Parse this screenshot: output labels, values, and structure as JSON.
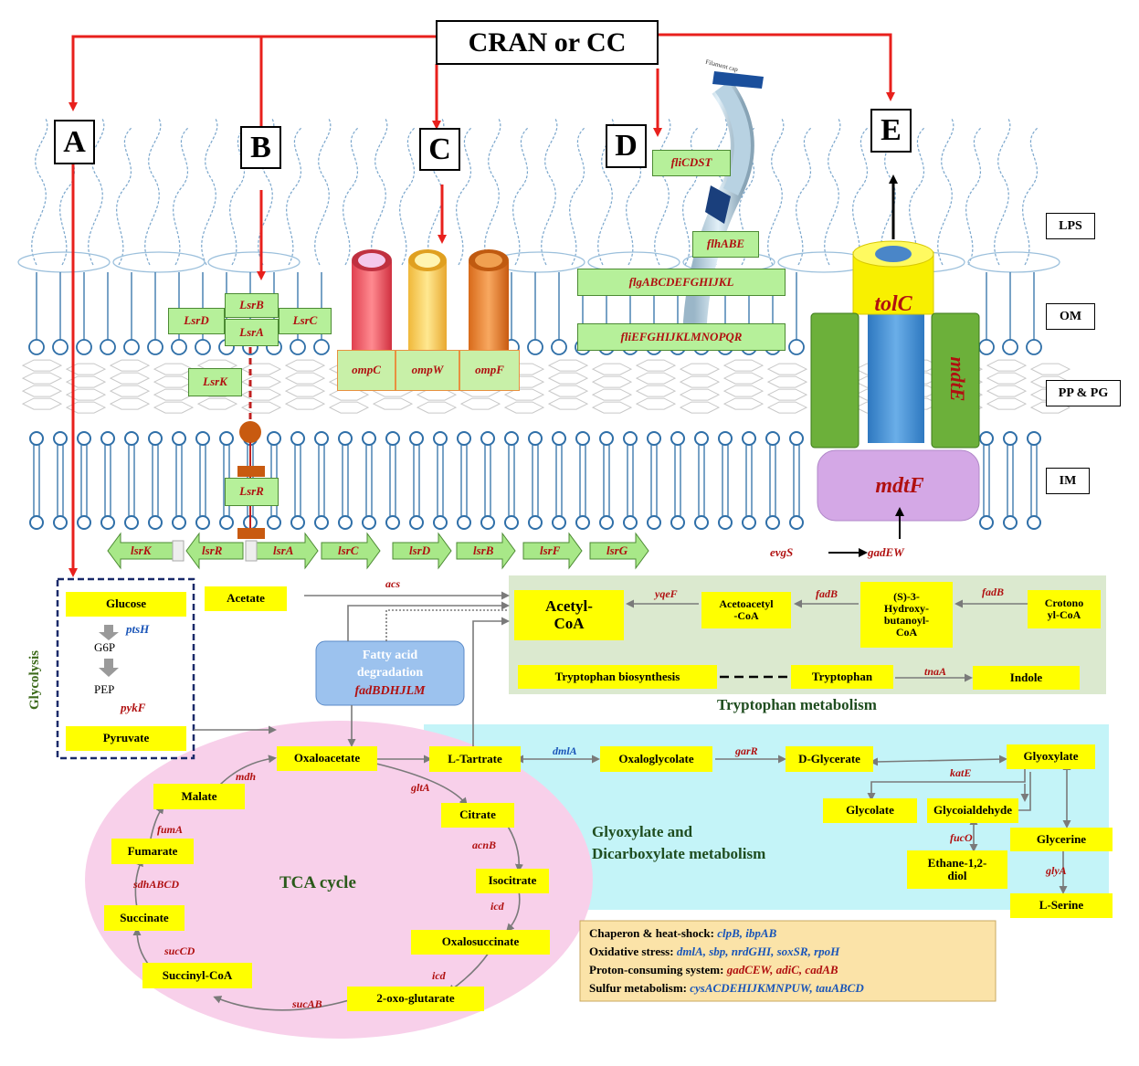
{
  "top_box": "CRAN or CC",
  "letters": [
    "A",
    "B",
    "C",
    "D",
    "E"
  ],
  "side_labels": {
    "lps": "LPS",
    "om": "OM",
    "pp_pg": "PP & PG",
    "im": "IM"
  },
  "filament_tip": "Filament cap",
  "lsr_proteins": {
    "lsrD": "LsrD",
    "lsrB": "LsrB",
    "lsrC": "LsrC",
    "lsrA": "LsrA",
    "lsrK": "LsrK",
    "lsrR": "LsrR"
  },
  "porins": {
    "ompC": "ompC",
    "ompW": "ompW",
    "ompF": "ompF"
  },
  "flagella_genes": {
    "fliCDST": "fliCDST",
    "flhABE": "flhABE",
    "flg": "flgABCDEFGHIJKL",
    "fli": "fliEFGHIJKLMNOPQR"
  },
  "efflux": {
    "tolC": "tolC",
    "mdtE": "mdtE",
    "mdtF": "mdtF"
  },
  "operon": [
    "lsrK",
    "lsrR",
    "lsrA",
    "lsrC",
    "lsrD",
    "lsrB",
    "lsrF",
    "lsrG"
  ],
  "evg": {
    "evgS": "evgS",
    "gadEW": "gadEW"
  },
  "glycolysis": {
    "title": "Glycolysis",
    "glucose": "Glucose",
    "ptsH": "ptsH",
    "g6p": "G6P",
    "pep": "PEP",
    "pykF": "pykF",
    "pyruvate": "Pyruvate"
  },
  "acetate": "Acetate",
  "acs": "acs",
  "fatty_acid": {
    "line1": "Fatty acid",
    "line2": "degradation",
    "genes": "fadBDHJLM"
  },
  "tryptophan": {
    "acetyl_coa": "Acetyl-\nCoA",
    "yqeF": "yqeF",
    "acetoacetyl": "Acetoacetyl\n-CoA",
    "fadB1": "fadB",
    "hydroxy": "(S)-3-\nHydroxy-\nbutanoyl-\nCoA",
    "fadB2": "fadB",
    "crotonoyl": "Crotono\nyl-CoA",
    "biosynthesis": "Tryptophan biosynthesis",
    "tryptophan": "Tryptophan",
    "tnaA": "tnaA",
    "indole": "Indole",
    "title": "Tryptophan metabolism"
  },
  "glyoxylate": {
    "tartrate": "L-Tartrate",
    "dmlA": "dmlA",
    "oxaloglycolate": "Oxaloglycolate",
    "garR": "garR",
    "glycerate": "D-Glycerate",
    "glyoxylate": "Glyoxylate",
    "katE": "katE",
    "glycolate": "Glycolate",
    "glycolaldehyde": "Glycoialdehyde",
    "glycerine": "Glycerine",
    "fucO": "fucO",
    "ethane": "Ethane-1,2-\ndiol",
    "glyA": "glyA",
    "serine": "L-Serine",
    "title": "Glyoxylate and\nDicarboxylate metabolism"
  },
  "tca": {
    "title": "TCA cycle",
    "oxaloacetate": "Oxaloacetate",
    "citrate": "Citrate",
    "isocitrate": "Isocitrate",
    "oxalosuccinate": "Oxalosuccinate",
    "oxoglutarate": "2-oxo-glutarate",
    "succinyl": "Succinyl-CoA",
    "succinate": "Succinate",
    "fumarate": "Fumarate",
    "malate": "Malate",
    "gltA": "gltA",
    "acnB": "acnB",
    "icd1": "icd",
    "icd2": "icd",
    "sucAB": "sucAB",
    "sucCD": "sucCD",
    "sdhABCD": "sdhABCD",
    "fumA": "fumA",
    "mdh": "mdh"
  },
  "legend": [
    {
      "label": "Chaperon & heat-shock: ",
      "genes": "clpB, ibpAB"
    },
    {
      "label": "Oxidative stress: ",
      "genes": "dmlA, sbp, nrdGHI, soxSR, rpoH"
    },
    {
      "label": "Proton-consuming system: ",
      "genes": "gadCEW, adiC, cadAB"
    },
    {
      "label": "Sulfur metabolism: ",
      "genes": "cysACDEHIJKMNPUW, tauABCD"
    }
  ],
  "colors": {
    "red_arrow": "#e8201c",
    "yellow": "#ffff00",
    "green_box": "#b6f09a",
    "gene_red": "#b01010",
    "gene_blue": "#1a55b8",
    "tca_bg": "#f8d0ea",
    "glyox_bg": "#c4f4f8",
    "trp_bg": "#dbe9cf",
    "legend_bg": "#fbe3a8",
    "membrane": "#2f6fa8"
  }
}
